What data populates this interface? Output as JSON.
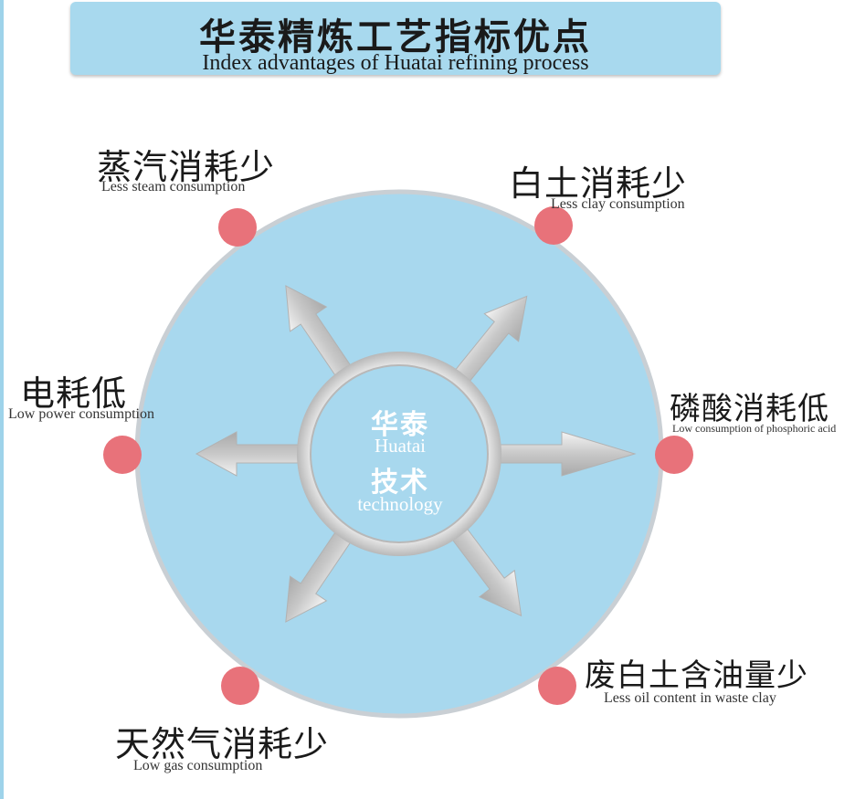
{
  "header": {
    "title": "华泰精炼工艺指标优点",
    "subtitle": "Index advantages of Huatai refining process"
  },
  "center": {
    "line1_cn": "华泰",
    "line1_en": "Huatai",
    "line2_cn": "技术",
    "line2_en": "technology"
  },
  "advantages": [
    {
      "cn": "蒸汽消耗少",
      "en": "Less steam consumption"
    },
    {
      "cn": "白土消耗少",
      "en": "Less clay consumption"
    },
    {
      "cn": "电耗低",
      "en": "Low power consumption"
    },
    {
      "cn": "磷酸消耗低",
      "en": "Low consumption of phosphoric acid"
    },
    {
      "cn": "天然气消耗少",
      "en": "Low gas consumption"
    },
    {
      "cn": "废白土含油量少",
      "en": "Less oil content in waste clay"
    }
  ],
  "colors": {
    "disc": "#a8d8ee",
    "disc_border": "#c9cfd4",
    "dot": "#e8727a",
    "header_bg": "#a8d9ee"
  }
}
